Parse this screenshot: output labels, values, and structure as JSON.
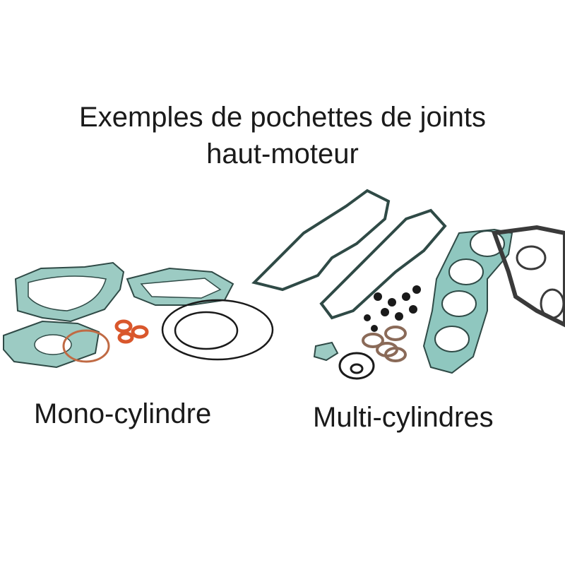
{
  "heading": {
    "line1": "Exemples de pochettes de joints",
    "line2": "haut-moteur"
  },
  "captions": {
    "mono": "Mono-cylindre",
    "multi": "Multi-cylindres"
  },
  "colors": {
    "gasket_fill": "#8fc7bf",
    "gasket_edge": "#2f4a46",
    "metal_gasket": "#3a3a3a",
    "copper_ring": "#c06a44",
    "orange_ring": "#d9572c",
    "o_ring": "#1a1a1a"
  }
}
